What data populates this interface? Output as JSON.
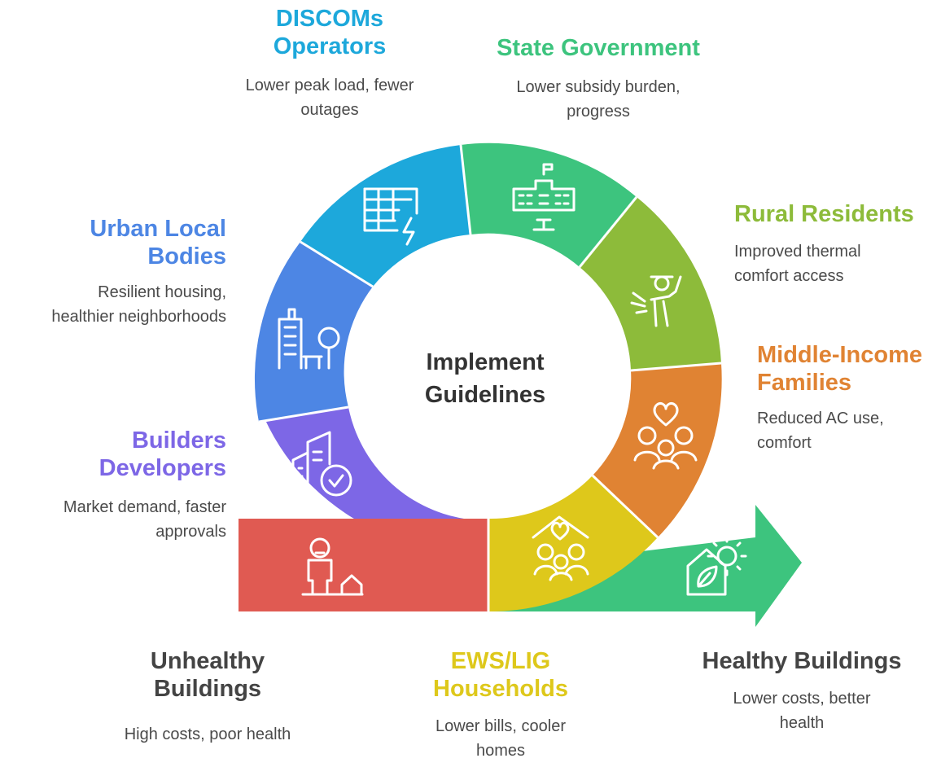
{
  "center": {
    "line1": "Implement",
    "line2": "Guidelines"
  },
  "stakeholders": {
    "unhealthy": {
      "title1": "Unhealthy",
      "title2": "Buildings",
      "desc1": "High costs, poor health",
      "color": "#E05A52",
      "icon": "person-house-icon"
    },
    "builders": {
      "title1": "Builders",
      "title2": "Developers",
      "desc1": "Market demand, faster",
      "desc2": "approvals",
      "color": "#7D67E6",
      "icon": "building-check-icon"
    },
    "urban": {
      "title1": "Urban Local",
      "title2": "Bodies",
      "desc1": "Resilient housing,",
      "desc2": "healthier neighborhoods",
      "color": "#4D86E4",
      "icon": "city-tree-icon"
    },
    "discoms": {
      "title1": "DISCOMs",
      "title2": "Operators",
      "desc1": "Lower peak load, fewer",
      "desc2": "outages",
      "color": "#1DA8DB",
      "icon": "grid-lightning-icon"
    },
    "state": {
      "title1": "State Government",
      "desc1": "Lower subsidy burden,",
      "desc2": "progress",
      "color": "#3DC47E",
      "icon": "government-building-icon"
    },
    "rural": {
      "title1": "Rural Residents",
      "desc1": "Improved thermal",
      "desc2": "comfort access",
      "color": "#8DBB3A",
      "icon": "farmer-icon"
    },
    "middle": {
      "title1": "Middle-Income",
      "title2": "Families",
      "desc1": "Reduced AC use,",
      "desc2": "comfort",
      "color": "#E08333",
      "icon": "family-heart-icon"
    },
    "ews": {
      "title1": "EWS/LIG",
      "title2": "Households",
      "desc1": "Lower bills, cooler",
      "desc2": "homes",
      "color": "#DEC81B",
      "icon": "family-home-icon"
    },
    "healthy": {
      "title1": "Healthy Buildings",
      "desc1": "Lower costs, better",
      "desc2": "health",
      "color": "#3DC47E",
      "icon": "eco-house-icon"
    }
  },
  "title_colors": {
    "unhealthy": "#444444",
    "builders": "#7D67E6",
    "urban": "#4D86E4",
    "discoms": "#1DA8DB",
    "state": "#3DC47E",
    "rural": "#8DBB3A",
    "middle": "#E08333",
    "ews": "#DEC81B",
    "healthy": "#444444"
  }
}
